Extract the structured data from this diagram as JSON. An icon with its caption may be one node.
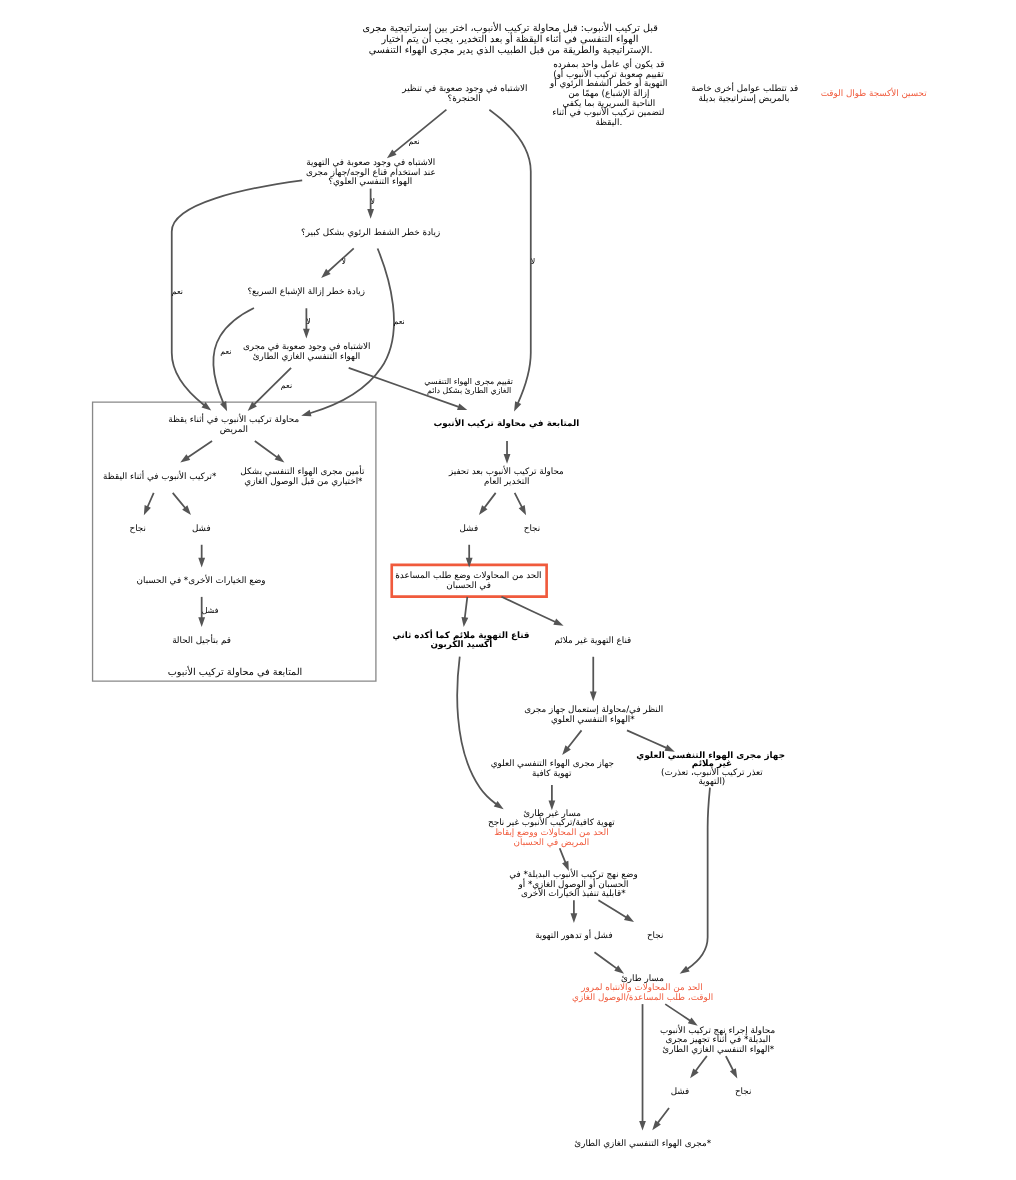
{
  "diagram": {
    "title": "قبل تركيب الأنبوب: قبل محاولة تركيب الأنبوب، اختر بين إستراتيجية مجرى الهواء التنفسي في أثناء اليقظة أو بعد التخدير. يجب أن يتم اختيار الإستراتيجية والطريقة من قبل الطبيب الذي يدير مجرى الهواء التنفسي.",
    "nodes": [
      {
        "text": [
          "الاشتباه في وجود صعوبة في تنظير الحنجرة؟"
        ]
      },
      {
        "text": [
          "الاشتباه في وجود صعوبة في التهوية عند استخدام قناع الوجه/جهاز مجرى الهواء التنفسي العلوي؟"
        ]
      },
      {
        "text": [
          "زيادة خطر الشفط الرئوي بشكل كبير؟"
        ]
      },
      {
        "text": [
          "زيادة خطر إزالة الإشباع السريع؟"
        ]
      },
      {
        "text": [
          "الاشتباه في وجود صعوبة في مجرى الهواء التنفسي الغازي الطارئ"
        ]
      },
      {
        "text": [
          "المتابعة في محاولة تركيب الأنبوب"
        ]
      },
      {
        "text": [
          "محاولة تركيب الأنبوب في أثناء يقظة المريض"
        ],
        "in": 5
      },
      {
        "text": [
          "تركيب الأنبوب في أثناء اليقظة*"
        ],
        "in": 5
      },
      {
        "text": [
          "تأمين مجرى الهواء التنفسي بشكل اختياري من قبل الوصول الغازي*"
        ],
        "in": 5
      },
      {
        "text": [
          "نجاح"
        ],
        "in": 5
      },
      {
        "text": [
          "فشل"
        ],
        "in": 5
      },
      {
        "text": [
          "وضع الخيارات الأخرى* في الحسبان"
        ],
        "in": 5
      },
      {
        "text": [
          "قم بتأجيل الحالة"
        ],
        "in": 5
      },
      {
        "text": [
          "المتابعة في محاولة تركيب الأنبوب"
        ]
      },
      {
        "text": [
          "محاولة تركيب الأنبوب بعد تحفيز التخدير العام"
        ]
      },
      {
        "text": [
          "فشل"
        ]
      },
      {
        "text": [
          "نجاح"
        ]
      },
      {
        "text": [
          "الحد من المحاولات وضع طلب المساعدة في الحسبان"
        ]
      },
      {
        "text": [
          "قناع التهوية ملائم كما أكده ثاني أكسيد الكربون"
        ]
      },
      {
        "text": [
          "قناع التهوية غير ملائم"
        ]
      },
      {
        "text": [
          "النظر في/محاولة إستعمال جهاز مجرى الهواء التنفسي العلوي*"
        ]
      },
      {
        "text": [
          "مسار غير طارئ",
          "تهوية كافية/تركيب الأنبوب غير ناجح",
          "الحد من المحاولات ووضع إيقاظ المريض في الحسبان"
        ]
      },
      {
        "text": [
          "جهاز مجرى الهواء التنفسي العلوي تهوية كافية"
        ]
      },
      {
        "text": [
          "جهاز مجرى الهواء التنفسي العلوي غير ملائم",
          "(تعذر تركيب الأنبوب، تعذرت التهوية)"
        ]
      },
      {
        "text": [
          "وضع نهج تركيب الأنبوب البديلة* في الحسبان أو الوصول الغازي* أو قابلية تنفيذ الخيارات الأخرى*"
        ]
      },
      {
        "text": [
          "نجاح"
        ]
      },
      {
        "text": [
          "فشل أو تدهور التهوية"
        ]
      },
      {
        "text": [
          "مسار طارئ",
          "الحد من المحاولات والانتباه لمرور الوقت، طلب المساعدة/الوصول الغازي"
        ]
      },
      {
        "text": [
          "محاولة إجراء نهج تركيب الأنبوب البديلة* في أثناء تجهيز مجرى الهواء التنفسي الغازي الطارئ*"
        ]
      },
      {
        "text": [
          "فشل"
        ]
      },
      {
        "text": [
          "نجاح"
        ]
      },
      {
        "text": [
          "مجرى الهواء التنفسي الغازي الطارئ*"
        ]
      }
    ],
    "edges": [
      {
        "from": 0,
        "to": 1,
        "arrow": "to",
        "label": "نعم"
      },
      {
        "from": 0,
        "to": 13,
        "arrow": "to",
        "label": "لا"
      },
      {
        "from": 1,
        "to": 6,
        "arrow": "to",
        "label": "نعم"
      },
      {
        "from": 1,
        "to": 2,
        "arrow": "to",
        "label": "لا"
      },
      {
        "from": 2,
        "to": 6,
        "arrow": "to",
        "label": "نعم"
      },
      {
        "from": 2,
        "to": 3,
        "arrow": "to",
        "label": "لا"
      },
      {
        "from": 3,
        "to": 6,
        "arrow": "to",
        "label": "نعم"
      },
      {
        "from": 3,
        "to": 4,
        "arrow": "to",
        "label": "لا"
      },
      {
        "from": 4,
        "to": 6,
        "arrow": "to",
        "label": "نعم"
      },
      {
        "from": 4,
        "to": 13,
        "arrow": "to",
        "label": "تقييم مجرى الهواء التنفسي الغازي الطارئ بشكل دائم"
      },
      {
        "from": 13,
        "to": 14,
        "arrow": "to"
      },
      {
        "from": 6,
        "to": 7,
        "arrow": "to"
      },
      {
        "from": 6,
        "to": 8,
        "arrow": "to"
      },
      {
        "from": 7,
        "to": 9,
        "arrow": "to"
      },
      {
        "from": 7,
        "to": 10,
        "arrow": "to"
      },
      {
        "from": 10,
        "to": 11,
        "arrow": "to"
      },
      {
        "from": 11,
        "to": 12,
        "arrow": "to",
        "label": "فشل"
      },
      {
        "from": 14,
        "to": 15,
        "arrow": "to"
      },
      {
        "from": 14,
        "to": 16,
        "arrow": "to"
      },
      {
        "from": 15,
        "to": 17,
        "arrow": "to"
      },
      {
        "from": 17,
        "to": 18,
        "arrow": "to"
      },
      {
        "from": 17,
        "to": 19,
        "arrow": "to"
      },
      {
        "from": 18,
        "to": 21,
        "arrow": "to"
      },
      {
        "from": 19,
        "to": 20,
        "arrow": "to"
      },
      {
        "from": 20,
        "to": 22,
        "arrow": "to"
      },
      {
        "from": 20,
        "to": 23,
        "arrow": "to"
      },
      {
        "from": 22,
        "to": 21,
        "arrow": "to"
      },
      {
        "from": 21,
        "to": 24,
        "arrow": "to"
      },
      {
        "from": 24,
        "to": 25,
        "arrow": "to"
      },
      {
        "from": 24,
        "to": 26,
        "arrow": "to"
      },
      {
        "from": 26,
        "to": 27,
        "arrow": "to"
      },
      {
        "from": 23,
        "to": 27,
        "arrow": "to"
      },
      {
        "from": 27,
        "to": 28,
        "arrow": "to"
      },
      {
        "from": 27,
        "to": 31,
        "arrow": "to"
      },
      {
        "from": 28,
        "to": 29,
        "arrow": "to"
      },
      {
        "from": 28,
        "to": 30,
        "arrow": "to"
      },
      {
        "from": 29,
        "to": 31,
        "arrow": "to"
      }
    ],
    "labels": [
      "قد يكون أي عامل واحد بمفرده (تقييم صعوبة تركيب الأنبوب أو التهوية أو خطر الشفط الرئوي أو إزالة الإشباع) مهمًا من الناحية السريرية بما يكفي لتضمين تركيب الأنبوب في أثناء اليقظة.",
      "قد تتطلب عوامل أخرى خاصة بالمريض إستراتيجية بديلة",
      "تحسين الأكسجة طوال الوقت"
    ]
  }
}
